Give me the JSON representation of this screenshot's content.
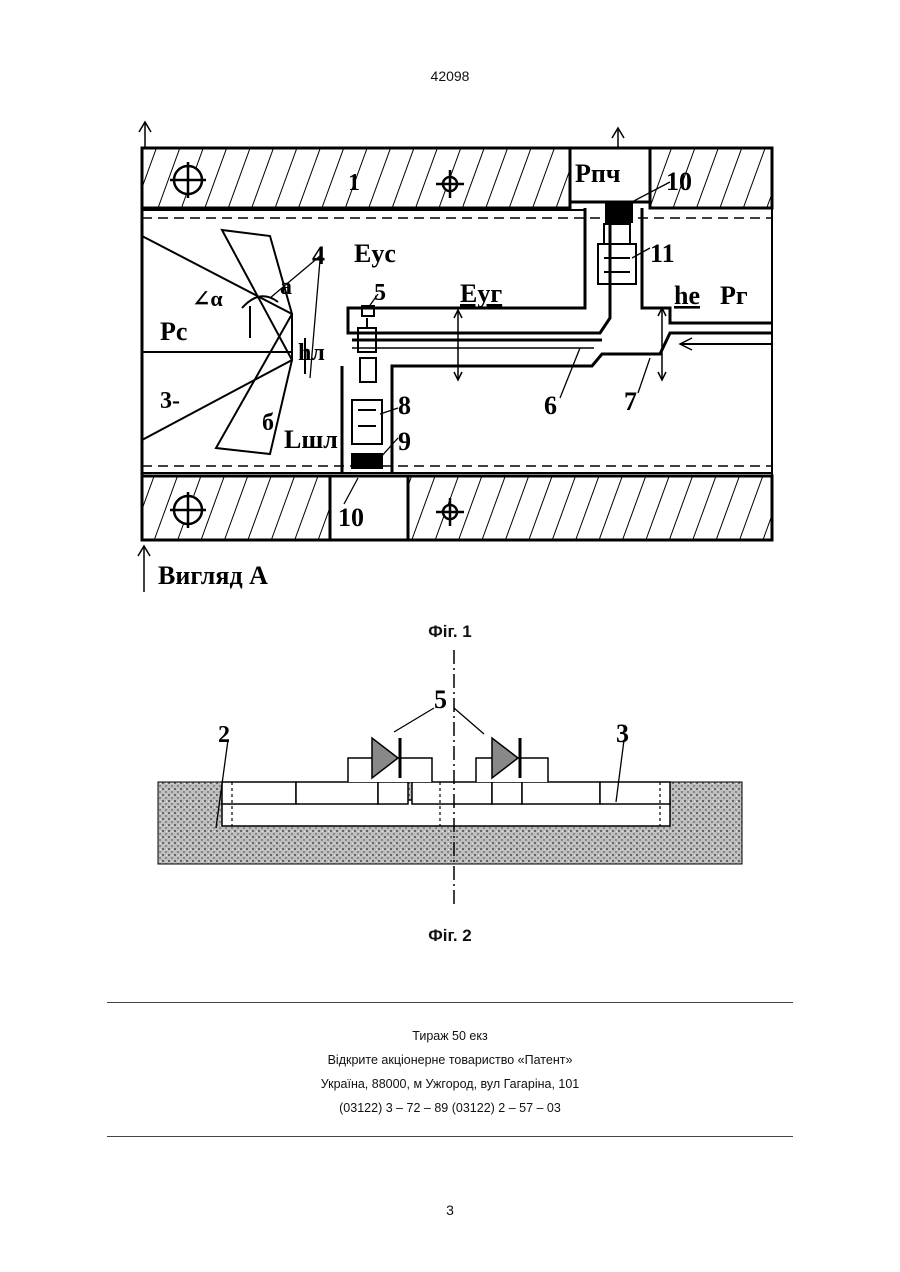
{
  "header": {
    "doc_number": "42098"
  },
  "figure1": {
    "caption": "Фіг. 1",
    "view_label": "Вигляд А",
    "labels": {
      "n1": "1",
      "n3": "3-",
      "n4": "4",
      "n5": "5",
      "n6": "6",
      "n7": "7",
      "n8": "8",
      "n9": "9",
      "n10_top": "10",
      "n10_bottom": "10",
      "n11": "11",
      "a": "а",
      "b": "б",
      "alpha": "∠α",
      "Pc": "Pc",
      "hl": "hл",
      "Lshl": "Lшл",
      "Eys": "Eyc",
      "Eyg": "Eyг",
      "Ppch": "Pпч",
      "he": "he",
      "Pg": "Pг"
    }
  },
  "figure2": {
    "caption": "Фіг. 2",
    "labels": {
      "n2": "2",
      "n3": "3",
      "n5": "5"
    }
  },
  "imprint": {
    "line1": "Тираж 50 екз",
    "line2": "Відкрите акціонерне товариство «Патент»",
    "line3": "Україна, 88000, м  Ужгород, вул  Гагаріна, 101",
    "line4": "(03122) 3 – 72 – 89  (03122) 2 – 57 – 03"
  },
  "footer": {
    "page_number": "3"
  }
}
